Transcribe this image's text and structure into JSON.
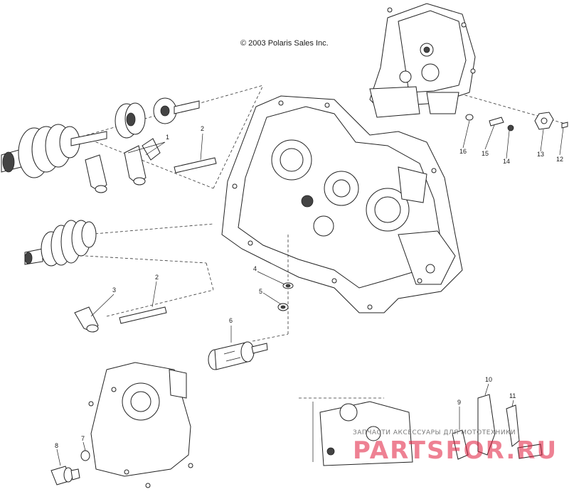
{
  "copyright": "© 2003 Polaris Sales Inc.",
  "callouts": [
    "1",
    "2",
    "3",
    "4",
    "5",
    "6",
    "7",
    "8",
    "9",
    "10",
    "11",
    "12",
    "13",
    "14",
    "15",
    "16"
  ],
  "watermark": {
    "tagline": "ЗАПЧАСТИ АКСЕССУАРЫ ДЛЯ МОТОТЕХНИКИ",
    "brand": "PARTSFOR.RU",
    "color": "#e0193a"
  }
}
